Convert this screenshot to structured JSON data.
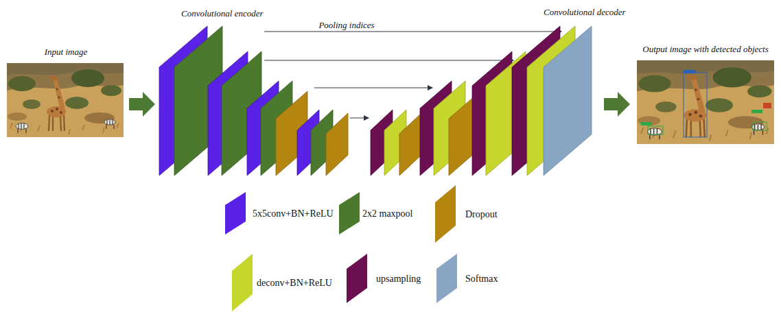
{
  "diagram": {
    "nodes": [
      {
        "text": [
          "Input image"
        ]
      },
      {
        "text": [
          "Output image with detected objects"
        ]
      }
    ],
    "labels": [
      "Convolutional encoder",
      "Pooling indices",
      "Convolutional decoder"
    ],
    "legend": [
      {
        "text": "5x5conv+BN+ReLU",
        "color": "#5a22e6"
      },
      {
        "text": "2x2 maxpool",
        "color": "#4b7a2f"
      },
      {
        "text": "Dropout",
        "color": "#b5860f"
      },
      {
        "text": "deconv+BN+ReLU",
        "color": "#c6d62c"
      },
      {
        "text": "upsampling",
        "color": "#6b0f50"
      },
      {
        "text": "Softmax",
        "color": "#88a6c4"
      }
    ]
  }
}
